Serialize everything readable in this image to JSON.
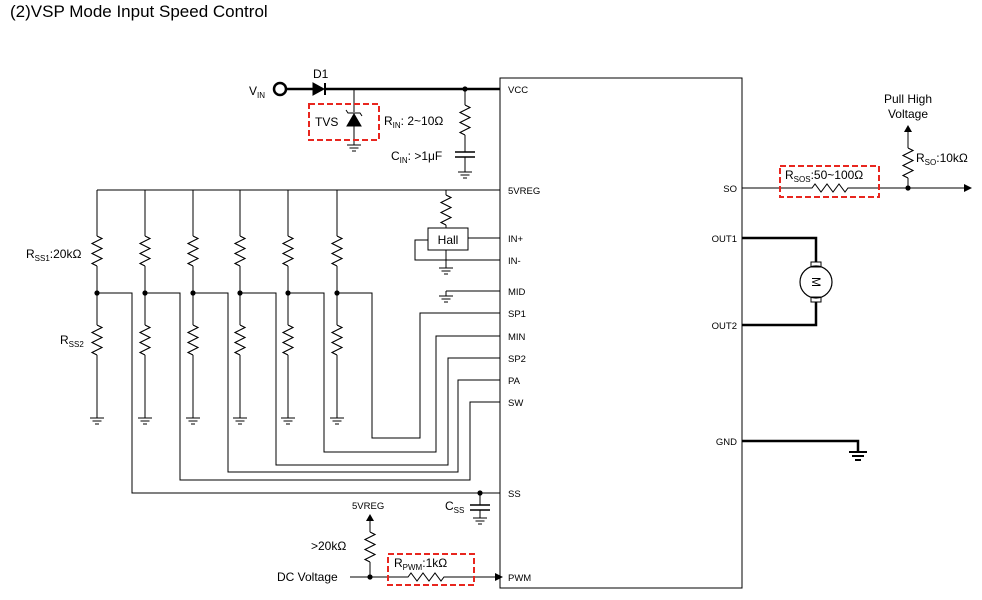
{
  "title": "(2)VSP Mode Input Speed Control",
  "ic": {
    "left_pins": [
      "VCC",
      "5VREG",
      "IN+",
      "IN-",
      "MID",
      "SP1",
      "MIN",
      "SP2",
      "PA",
      "SW",
      "SS",
      "PWM"
    ],
    "right_pins": [
      "SO",
      "OUT1",
      "OUT2",
      "GND"
    ]
  },
  "labels": {
    "vin_main": "V",
    "vin_sub": "IN",
    "d1": "D1",
    "tvs": "TVS",
    "rin_main": "R",
    "rin_sub": "IN",
    "rin_val": ": 2~10Ω",
    "cin_main": "C",
    "cin_sub": "IN",
    "cin_val": ": >1μF",
    "hall": "Hall",
    "rss1_main": "R",
    "rss1_sub": "SS1",
    "rss1_val": ":20kΩ",
    "rss2_main": "R",
    "rss2_sub": "SS2",
    "css_main": "C",
    "css_sub": "SS",
    "vreg": "5VREG",
    "r20k": ">20kΩ",
    "rpwm_main": "R",
    "rpwm_sub": "PWM",
    "rpwm_val": ":1kΩ",
    "dc": "DC Voltage",
    "rsos_main": "R",
    "rsos_sub": "SOS",
    "rsos_val": ":50~100Ω",
    "pull_line1": "Pull High",
    "pull_line2": "Voltage",
    "rso_main": "R",
    "rso_sub": "SO",
    "rso_val": ":10kΩ",
    "motor": "M"
  },
  "colors": {
    "highlight": "#e8261f",
    "wire": "#000000"
  }
}
